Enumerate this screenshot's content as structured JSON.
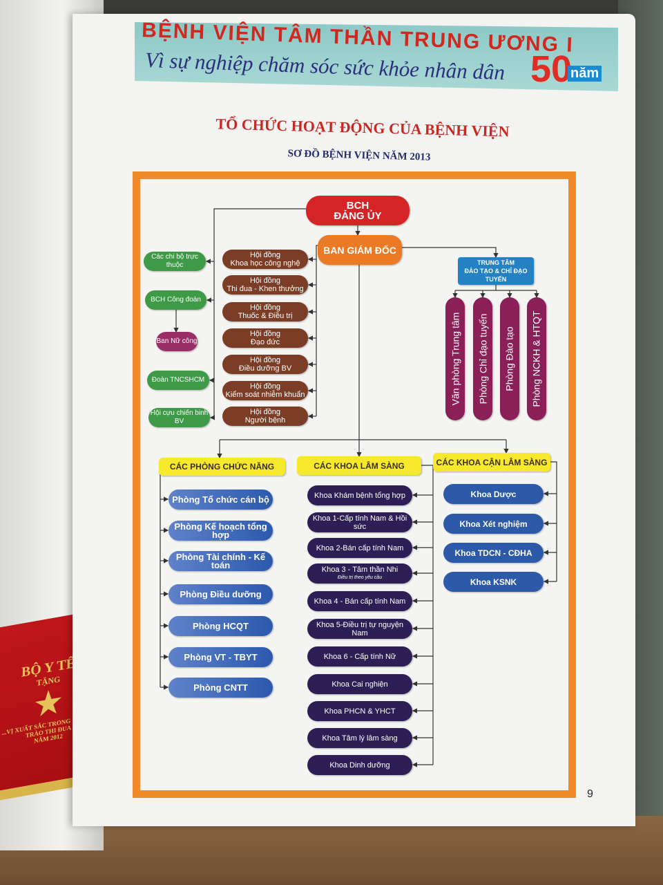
{
  "left_page": {
    "award": {
      "line1": "BỘ Y TẾ",
      "line2": "TẶNG",
      "line3": "...VỊ XUẤT SẮC TRONG PHONG TRÀO THI ĐUA",
      "line4": "NĂM 2012"
    }
  },
  "banner": {
    "line1": "BỆNH VIỆN TÂM THẦN TRUNG ƯƠNG I",
    "line2": "Vì sự nghiệp chăm sóc sức khỏe nhân dân",
    "anniv_number": "50",
    "anniv_unit": "năm"
  },
  "title": "TỔ CHỨC HOẠT ĐỘNG CỦA BỆNH VIỆN",
  "subtitle": "SƠ ĐỒ BỆNH VIỆN NĂM 2013",
  "chart": {
    "party": [
      "BCH",
      "ĐẢNG ỦY"
    ],
    "board": "BAN GIÁM ĐỐC",
    "mass_orgs": [
      "Các chi bộ trực thuộc",
      "BCH Công đoàn",
      "Ban Nữ công",
      "Đoàn TNCSHCM",
      "Hội cựu chiến binh BV"
    ],
    "councils": [
      [
        "Hội đồng",
        "Khoa học công nghệ"
      ],
      [
        "Hội đồng",
        "Thi đua - Khen thưởng"
      ],
      [
        "Hội đồng",
        "Thuốc & Điều trị"
      ],
      [
        "Hội đồng",
        "Đạo đức"
      ],
      [
        "Hội đồng",
        "Điều dưỡng BV"
      ],
      [
        "Hội đồng",
        "Kiểm soát nhiễm khuẩn"
      ],
      [
        "Hội đồng",
        "Người bệnh"
      ]
    ],
    "center": {
      "name": [
        "TRUNG TÂM",
        "ĐÀO TẠO & CHỈ ĐẠO TUYẾN"
      ],
      "units": [
        "Văn phòng Trung tâm",
        "Phòng Chỉ đạo tuyến",
        "Phòng Đào tạo",
        "Phòng NCKH & HTQT"
      ]
    },
    "groups": [
      {
        "header": "CÁC PHÒNG CHỨC NĂNG",
        "items": [
          "Phòng Tổ chức cán bộ",
          "Phòng Kế hoạch tổng hợp",
          "Phòng Tài chính - Kế toán",
          "Phòng Điều dưỡng",
          "Phòng HCQT",
          "Phòng VT - TBYT",
          "Phòng CNTT"
        ]
      },
      {
        "header": "CÁC KHOA LÂM SÀNG",
        "items": [
          "Khoa Khám bệnh tổng hợp",
          "Khoa 1-Cấp tính Nam & Hồi sức",
          "Khoa 2-Bán cấp tính Nam",
          "Khoa 3 - Tâm thần Nhi",
          "Khoa 4 - Bán cấp tính Nam",
          "Khoa 5-Điều trị tự nguyện Nam",
          "Khoa 6 - Cấp tính Nữ",
          "Khoa Cai nghiện",
          "Khoa PHCN & YHCT",
          "Khoa Tâm lý lâm sàng",
          "Khoa Dinh dưỡng"
        ],
        "note_khoa3": "Điều trị theo yêu cầu"
      },
      {
        "header": "CÁC KHOA CẬN LÂM SÀNG",
        "items": [
          "Khoa Dược",
          "Khoa Xét nghiệm",
          "Khoa TDCN - CĐHA",
          "Khoa KSNK"
        ]
      }
    ]
  },
  "page_number": "9",
  "colors": {
    "frame": "#f08a2a",
    "party": "#d62426",
    "board": "#ea7a26",
    "council": "#7b3d26",
    "mass_org": "#3f9a48",
    "center": "#2381c4",
    "center_unit": "#8b1f57",
    "group_header": "#f6e82a",
    "functional": "#2c59ad",
    "clinical": "#2d1f55",
    "paraclinical": "#2d5aa8"
  }
}
